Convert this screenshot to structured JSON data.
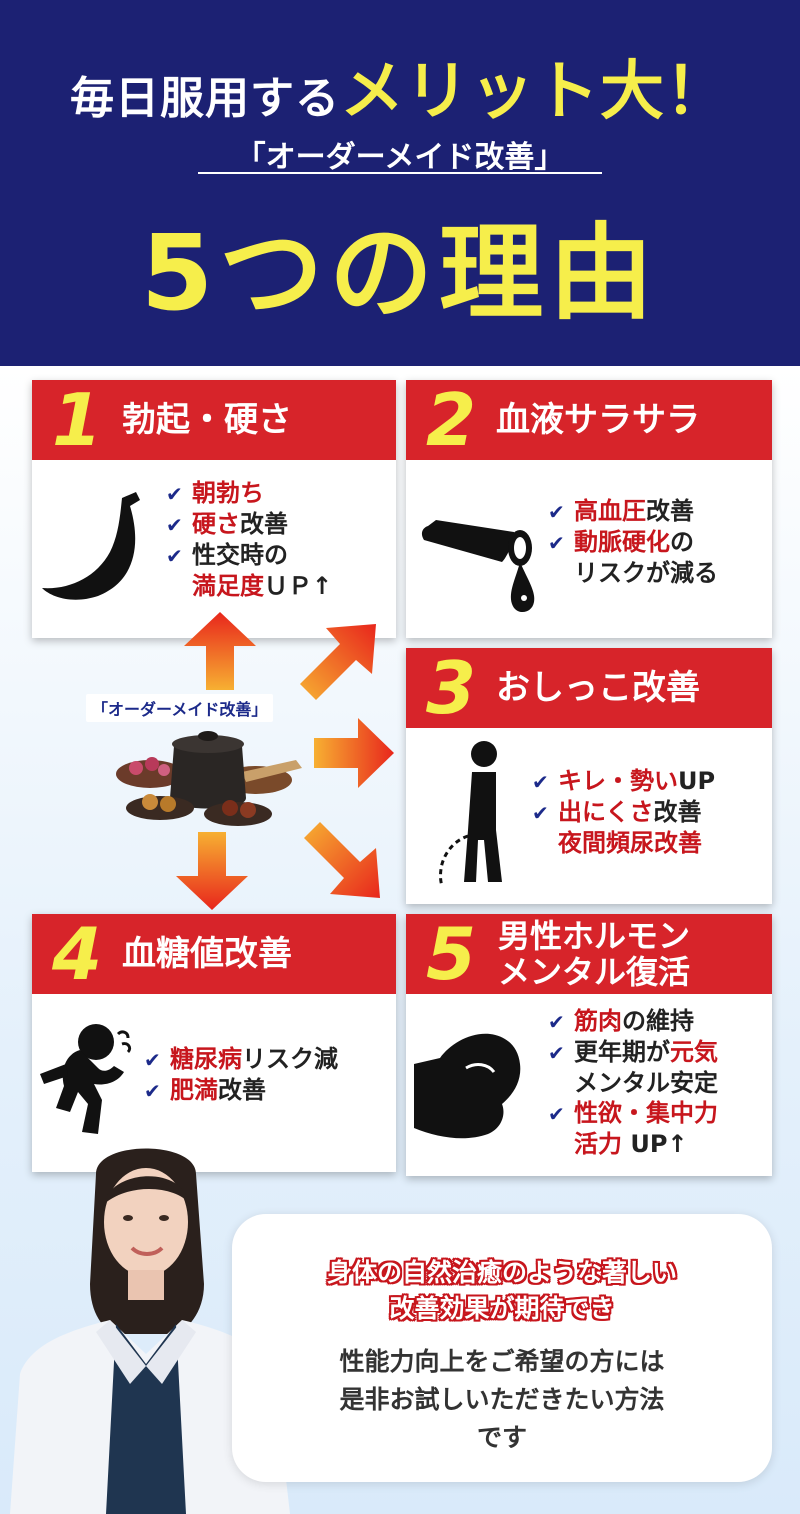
{
  "header": {
    "line1_prefix": "毎日服用する",
    "line1_emphasis": "メリット大！",
    "subtitle": "「オーダーメイド改善」",
    "title": "5つの理由"
  },
  "center_label": "「オーダーメイド改善」",
  "cards": [
    {
      "number": "1",
      "title": "勃起・硬さ",
      "icon": "banana-icon",
      "items": [
        {
          "red": "朝勃ち",
          "text": ""
        },
        {
          "red": "硬さ",
          "text": "改善"
        },
        {
          "red": "",
          "text": "性交時の"
        },
        {
          "red": "満足度",
          "text": "ＵＰ↑"
        }
      ]
    },
    {
      "number": "2",
      "title": "血液サラサラ",
      "icon": "blood-vessel-icon",
      "items": [
        {
          "red": "高血圧",
          "text": "改善"
        },
        {
          "red": "動脈硬化",
          "text": "の"
        },
        {
          "red": "",
          "text": "リスクが減る"
        }
      ]
    },
    {
      "number": "3",
      "title": "おしっこ改善",
      "icon": "urinating-man-icon",
      "items": [
        {
          "red": "キレ・勢い",
          "text": "UP"
        },
        {
          "red": "出にくさ",
          "text": "改善"
        },
        {
          "red": "夜間頻尿改善",
          "text": ""
        }
      ]
    },
    {
      "number": "4",
      "title": "血糖値改善",
      "icon": "running-man-icon",
      "items": [
        {
          "red": "糖尿病",
          "text": "リスク減"
        },
        {
          "red": "肥満",
          "text": "改善"
        }
      ]
    },
    {
      "number": "5",
      "title_line1": "男性ホルモン",
      "title_line2": "メンタル復活",
      "icon": "flexed-arm-icon",
      "items": [
        {
          "red": "筋肉",
          "text": "の維持"
        },
        {
          "red": "",
          "text": "更年期が",
          "red2": "元気"
        },
        {
          "red": "",
          "text": "メンタル安定"
        },
        {
          "red": "性欲・集中力",
          "text": ""
        },
        {
          "red": "活力",
          "text": " UP↑"
        }
      ]
    }
  ],
  "bubble": {
    "red_line1": "身体の自然治癒のような著しい",
    "red_line2": "改善効果が期待でき",
    "line1": "性能力向上をご希望の方には",
    "line2": "是非お試しいただきたい方法",
    "line3": "です"
  },
  "colors": {
    "navy": "#1c2173",
    "yellow": "#f6ee4b",
    "red": "#d7242a",
    "check": "#1c2a8a"
  }
}
